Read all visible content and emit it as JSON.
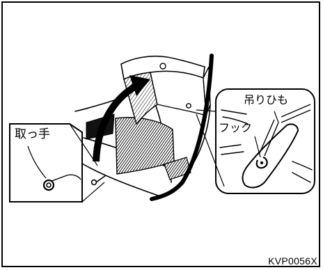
{
  "callouts": {
    "handle_label": "取っ手",
    "strap_label": "吊りひも",
    "hook_label": "フック"
  },
  "figure": {
    "code": "KVP0056X"
  },
  "icons": {
    "open_arrow": "curved-arrow-icon",
    "handle": "handle-ring-icon",
    "hook": "hook-icon"
  }
}
